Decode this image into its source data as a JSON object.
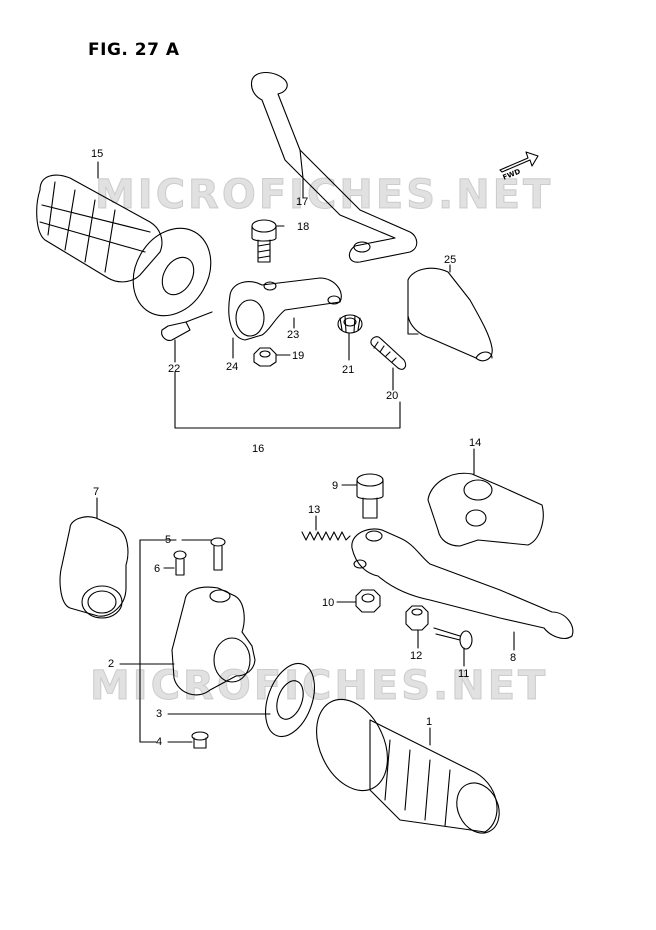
{
  "figure_title": "FIG. 27 A",
  "watermark_text": "MICROFICHES.NET",
  "fwd_label": "FWD",
  "callouts": {
    "c1": "1",
    "c2": "2",
    "c3": "3",
    "c4": "4",
    "c5": "5",
    "c6": "6",
    "c7": "7",
    "c8": "8",
    "c9": "9",
    "c10": "10",
    "c11": "11",
    "c12": "12",
    "c13": "13",
    "c14": "14",
    "c15": "15",
    "c16": "16",
    "c17": "17",
    "c18": "18",
    "c19": "19",
    "c20": "20",
    "c21": "21",
    "c22": "22",
    "c23": "23",
    "c24": "24",
    "c25": "25"
  }
}
